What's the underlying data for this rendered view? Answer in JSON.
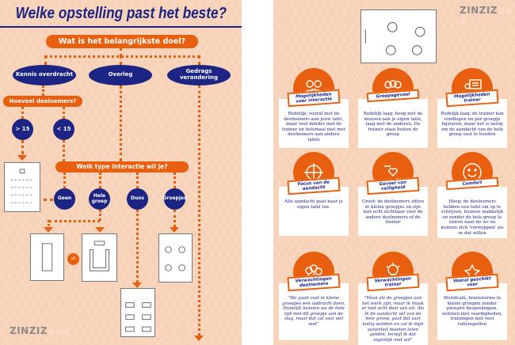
{
  "left": {
    "title": "Welke opstelling past het beste?",
    "q1": "Wat is het belangrijkste doel?",
    "goals": [
      "Kennis overdracht",
      "Overleg",
      "Gedrags verandering"
    ],
    "q2": "Hoeveel deelnemers?",
    "sizes": [
      "> 15",
      "< 15"
    ],
    "q3": "Welk type interactie wil je?",
    "interactions": [
      "Geen",
      "Hele groep",
      "Duos",
      "Groepjes"
    ],
    "or": "of",
    "logo": "ZINZIZ"
  },
  "right": {
    "logo": "ZINZIZ",
    "cards": [
      {
        "icon": "people-connect-icon",
        "tag": "Mogelijkheden voor interactie",
        "text": "Redelijk: vooral met de deelnemers aan jouw tafel, maar veel minder met de trainer en helemaal niet met deelnemers aan andere tafels"
      },
      {
        "icon": "group-icon",
        "tag": "Groepsgevoel",
        "text": "Redelijk laag: hoog met de mensen aan je eigen tafel, laag met de anderen. De trainer staat buiten de groep"
      },
      {
        "icon": "presenter-icon",
        "tag": "Mogelijkheden trainer",
        "text": "Redelijk laag: de trainer kan rondlopen en per groepje bijsturen, maar het is lastig om de aandacht van de hele groep vast te houden"
      },
      {
        "icon": "crosshair-icon",
        "tag": "Focus van de aandacht",
        "text": "Alle aandacht gaat naar je eigen tafel toe."
      },
      {
        "icon": "hands-heart-icon",
        "tag": "Gevoel van veiligheid",
        "text": "Groot: de deelnemers zitten in kleine groepjes en zijn niet echt zichtbaar voor de andere deelnemers of de trainer"
      },
      {
        "icon": "smiley-icon",
        "tag": "Comfort",
        "text": "Hoog: de deelnemers hebben een tafel om op te schrijven, kunnen makkelijk en zonder de hele groep te storen naar de wc en kunnen zich 'verstoppen' als ze dat willen"
      },
      {
        "icon": "lightbulbs-icon",
        "tag": "Verwachtingen deelnemers",
        "text": "\"We gaan vast in kleine groepjes een opdracht doen. Hopelijk kunnen we de hele tijd met dit groepje aan de slag, maar dat zal vast wel niet\""
      },
      {
        "icon": "lightbulb-icon",
        "tag": "Verwachtingen trainer",
        "text": "\"Mooi als de groepjes aan het werk zijn, maar ik maak er niet echt deel van uit. Als ik de aandacht wil van de hele groep, gaat dat vast lastig worden en zal ik mijn autoriteit moeten laten gelden, terwijl ik dat eigenlijk niet wil\""
      },
      {
        "icon": "star-icon",
        "tag": "Vooral geschikt voor",
        "text": "Worldcafé, brainstorms in kleine groepen zonder plenaire besprekingen, oefenen met vaardigheden, trainingen met veel rollenspellen"
      }
    ]
  },
  "colors": {
    "orange": "#e8600f",
    "navy": "#1c2484",
    "peach": "#f8d2b8"
  }
}
